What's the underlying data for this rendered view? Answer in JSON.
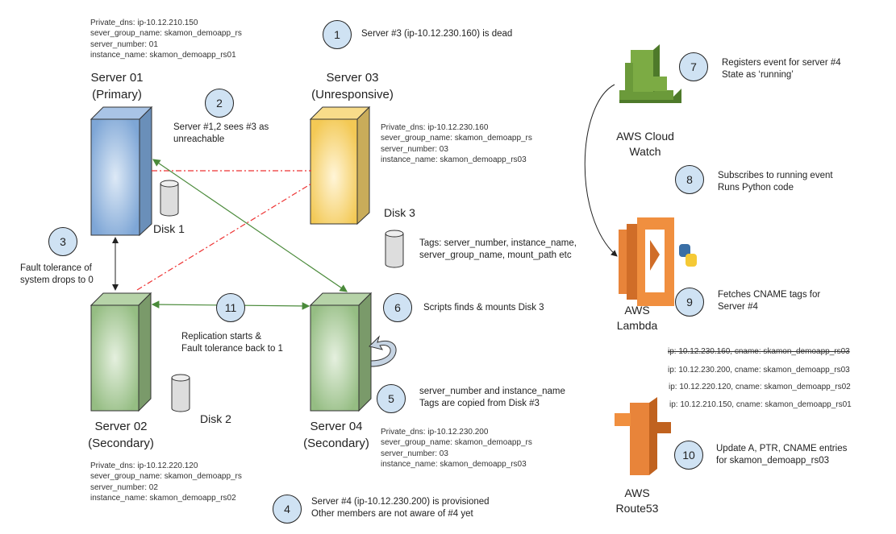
{
  "servers": {
    "s1": {
      "title": "Server 01",
      "role": "(Primary)",
      "info": [
        "Private_dns: ip-10.12.210.150",
        "sever_group_name: skamon_demoapp_rs",
        "server_number: 01",
        "instance_name: skamon_demoapp_rs01"
      ],
      "color": "#7ea6d6"
    },
    "s2": {
      "title": "Server 02",
      "role": "(Secondary)",
      "info": [
        "Private_dns: ip-10.12.220.120",
        "sever_group_name: skamon_demoapp_rs",
        "server_number: 02",
        "instance_name: skamon_demoapp_rs02"
      ],
      "color": "#9cc38c"
    },
    "s3": {
      "title": "Server 03",
      "role": "(Unresponsive)",
      "info": [
        "Private_dns: ip-10.12.230.160",
        "sever_group_name: skamon_demoapp_rs",
        "server_number: 03",
        "instance_name: skamon_demoapp_rs03"
      ],
      "color": "#f6d372"
    },
    "s4": {
      "title": "Server 04",
      "role": "(Secondary)",
      "info": [
        "Private_dns: ip-10.12.230.200",
        "sever_group_name: skamon_demoapp_rs",
        "server_number: 03",
        "instance_name: skamon_demoapp_rs03"
      ],
      "color": "#9cc38c"
    }
  },
  "disks": {
    "d1": "Disk 1",
    "d2": "Disk 2",
    "d3": "Disk 3"
  },
  "steps": {
    "s1": {
      "num": "1",
      "lines": [
        "Server #3 (ip-10.12.230.160) is dead"
      ]
    },
    "s2": {
      "num": "2",
      "lines": [
        "Server #1,2 sees #3 as",
        "unreachable"
      ]
    },
    "s3": {
      "num": "3",
      "lines": [
        "Fault tolerance of",
        "system drops to 0"
      ]
    },
    "s4": {
      "num": "4",
      "lines": [
        "Server #4 (ip-10.12.230.200) is provisioned",
        "Other members are not aware of #4 yet"
      ]
    },
    "s5": {
      "num": "5",
      "lines": [
        "server_number and instance_name",
        "Tags are copied from Disk #3"
      ]
    },
    "s6": {
      "num": "6",
      "lines": [
        "Scripts finds & mounts Disk 3"
      ]
    },
    "s7": {
      "num": "7",
      "lines": [
        "Registers event for server #4",
        "State as ‘running’"
      ]
    },
    "s8": {
      "num": "8",
      "lines": [
        "Subscribes to running event",
        "Runs Python code"
      ]
    },
    "s9": {
      "num": "9",
      "lines": [
        "Fetches CNAME tags for",
        "Server #4"
      ]
    },
    "s10": {
      "num": "10",
      "lines": [
        "Update A, PTR, CNAME entries",
        "for skamon_demoapp_rs03"
      ]
    },
    "s11": {
      "num": "11",
      "lines": [
        "Replication starts &",
        "Fault tolerance back to 1"
      ]
    }
  },
  "disk3_tags": [
    "Tags: server_number, instance_name,",
    "server_group_name, mount_path etc"
  ],
  "aws": {
    "cloudwatch": [
      "AWS Cloud",
      "Watch"
    ],
    "lambda": [
      "AWS",
      "Lambda"
    ],
    "route53": [
      "AWS",
      "Route53"
    ]
  },
  "dns_entries": [
    {
      "text": "ip: 10.12.230.160, cname: skamon_demoapp_rs03",
      "removed": true
    },
    {
      "text": "ip: 10.12.230.200, cname: skamon_demoapp_rs03",
      "removed": false
    },
    {
      "text": "ip: 10.12.220.120, cname: skamon_demoapp_rs02",
      "removed": false
    },
    {
      "text": "ip: 10.12.210.150, cname: skamon_demoapp_rs01",
      "removed": false
    }
  ],
  "colors": {
    "step_circle": "#cfe2f3",
    "unreachable_line": "#e33",
    "replication_line": "#4a8a3a",
    "cloudwatch": "#6b9a3a",
    "lambda": "#e8843a",
    "route53": "#e8843a"
  }
}
